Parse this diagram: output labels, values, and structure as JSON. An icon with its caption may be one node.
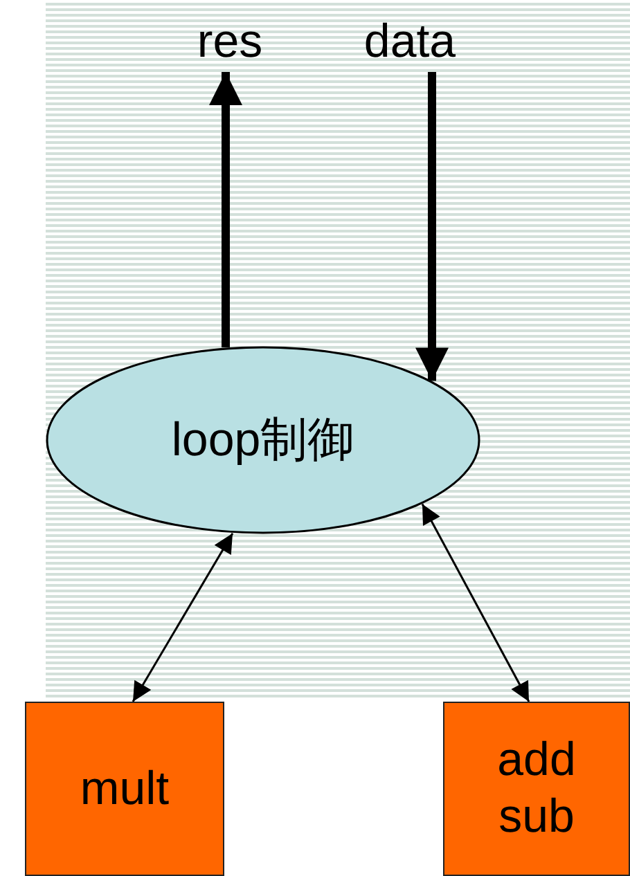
{
  "diagram": {
    "nodes": [
      {
        "text": [
          "res"
        ]
      },
      {
        "text": [
          "data"
        ]
      },
      {
        "text": [
          "loop制御"
        ]
      },
      {
        "text": [
          "mult"
        ]
      },
      {
        "text": [
          "add sub"
        ]
      }
    ],
    "edges": [
      {
        "from": 2,
        "to": 0,
        "arrow": "to",
        "style": "thick"
      },
      {
        "from": 1,
        "to": 2,
        "arrow": "to",
        "style": "thick"
      },
      {
        "from": 2,
        "to": 3,
        "arrow": "both"
      },
      {
        "from": 2,
        "to": 4,
        "arrow": "both"
      }
    ]
  }
}
